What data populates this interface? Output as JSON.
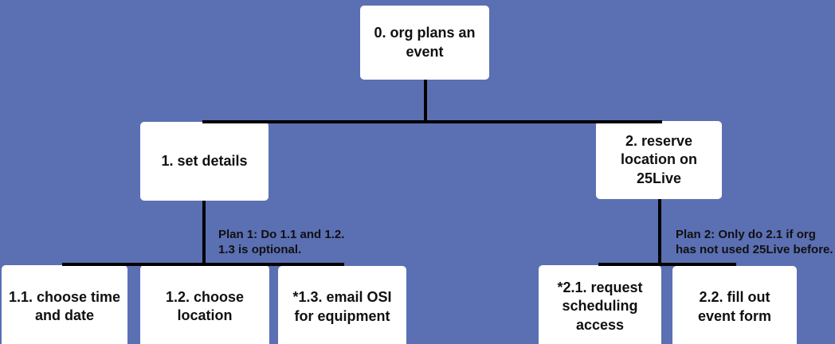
{
  "diagram": {
    "colors": {
      "background": "#5B6FB3",
      "node_fill": "#FFFFFF",
      "text": "#101010",
      "connector": "#000000"
    },
    "nodes": {
      "root": {
        "label": "0. org plans an\nevent"
      },
      "set_details": {
        "label": "1. set details"
      },
      "reserve_location": {
        "label": "2. reserve\nlocation on\n25Live"
      },
      "choose_time": {
        "label": "1.1. choose time\nand date"
      },
      "choose_location": {
        "label": "1.2. choose\nlocation"
      },
      "email_osi": {
        "label": "*1.3. email OSI\nfor equipment"
      },
      "request_access": {
        "label": "*2.1. request\nscheduling\naccess"
      },
      "fill_form": {
        "label": "2.2. fill out\nevent form"
      }
    },
    "annotations": {
      "plan1": "Plan 1: Do 1.1 and 1.2.\n1.3 is optional.",
      "plan2": "Plan 2: Only do 2.1 if org\nhas not used 25Live before."
    }
  }
}
